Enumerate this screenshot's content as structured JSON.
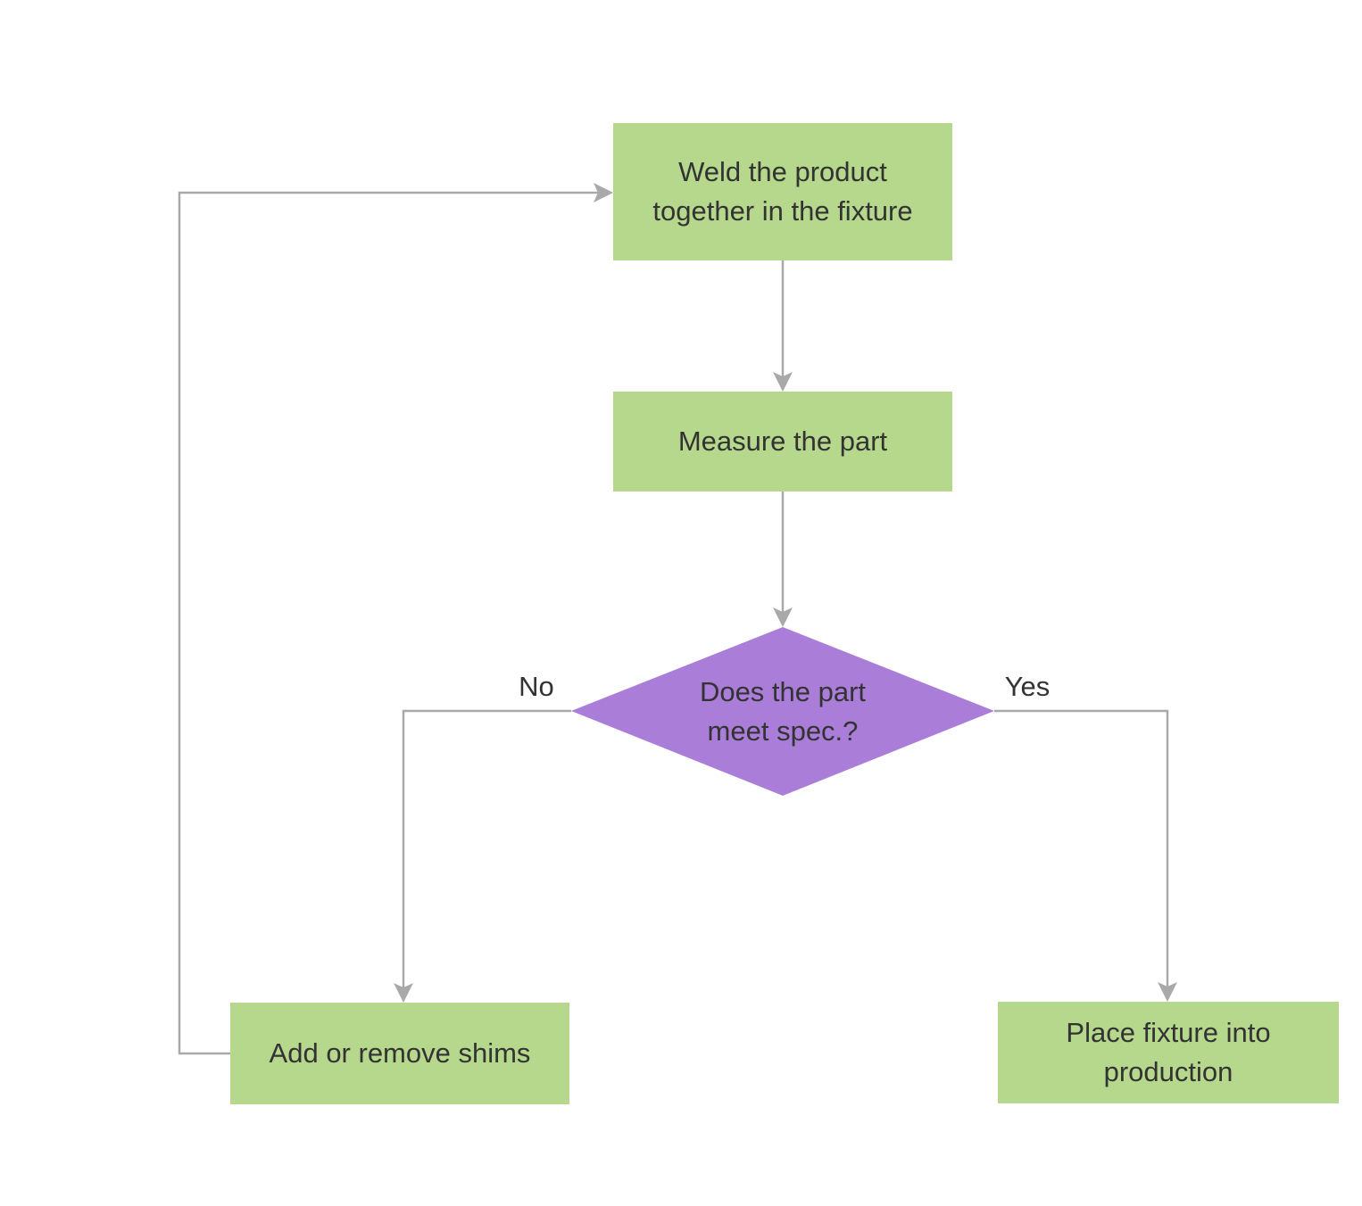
{
  "colors": {
    "background": "#ffffff",
    "process_fill": "#b5d88c",
    "decision_fill": "#a97dd8",
    "connector_gray": "#a9a9a9",
    "text": "#333333"
  },
  "flowchart": {
    "nodes": {
      "weld": {
        "type": "process",
        "label": "Weld the product\ntogether in the fixture"
      },
      "measure": {
        "type": "process",
        "label": "Measure the part"
      },
      "decision": {
        "type": "decision",
        "label": "Does the part\nmeet spec.?"
      },
      "shims": {
        "type": "process",
        "label": "Add or remove shims"
      },
      "production": {
        "type": "process",
        "label": "Place fixture into\nproduction"
      }
    },
    "edges": {
      "no": {
        "label": "No"
      },
      "yes": {
        "label": "Yes"
      }
    }
  }
}
